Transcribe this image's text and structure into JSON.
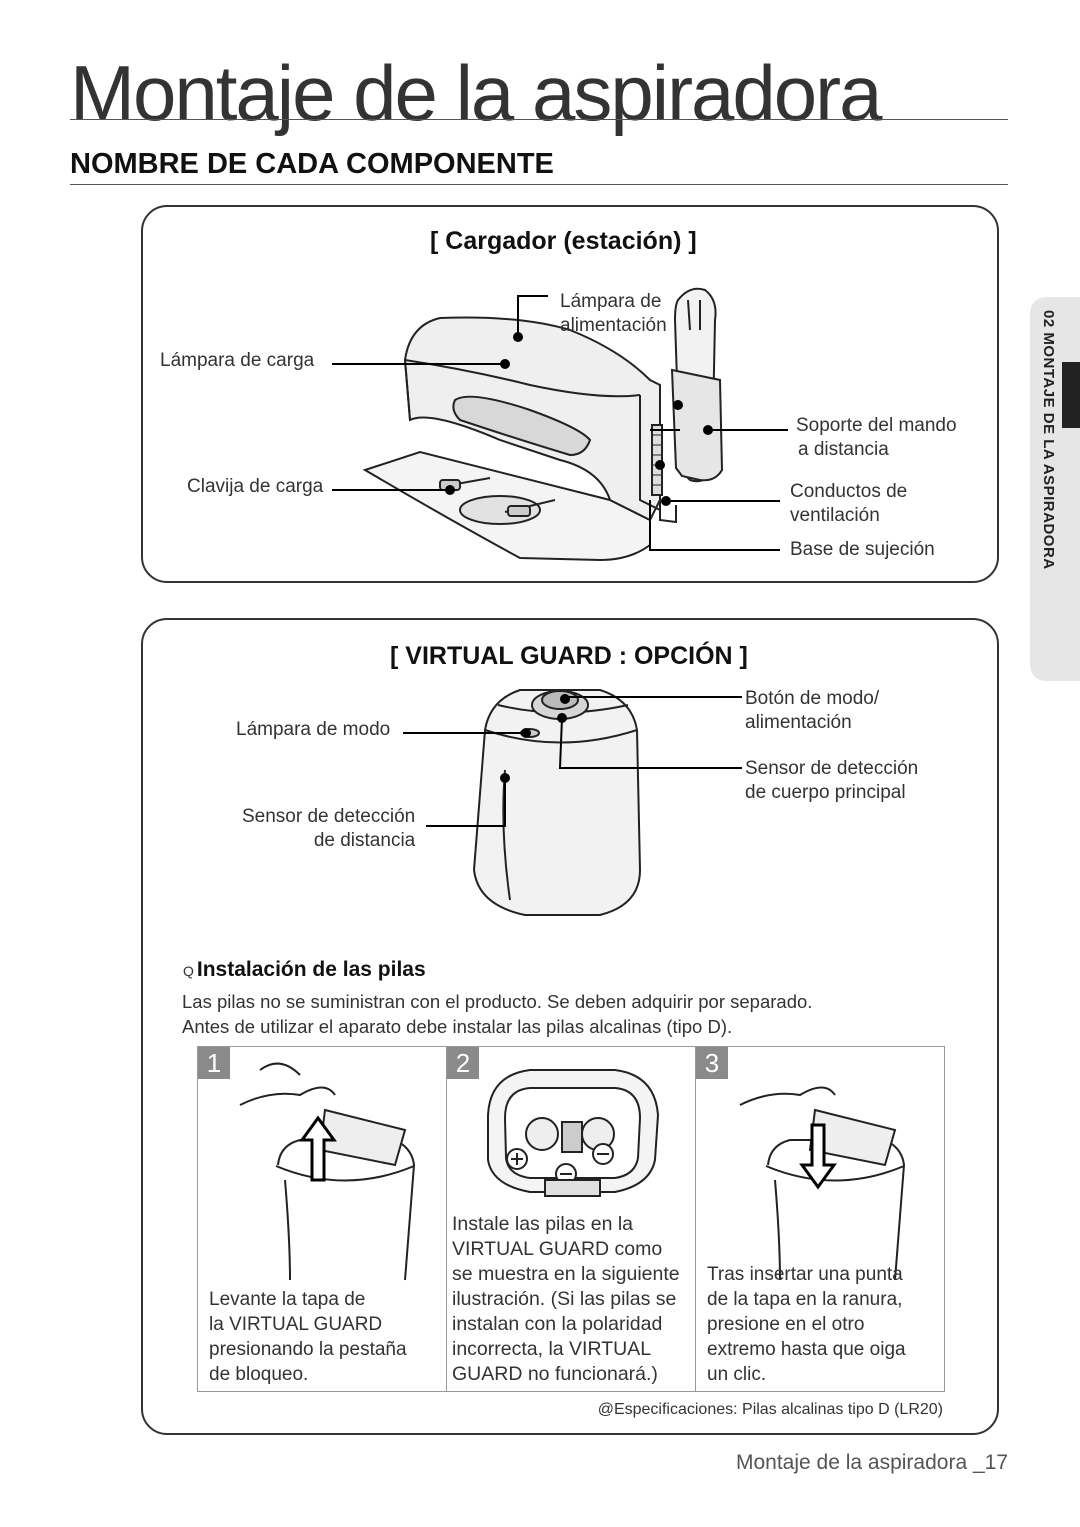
{
  "page": {
    "title": "Montaje de la aspiradora",
    "section": "NOMBRE DE CADA COMPONENTE",
    "side_tab": "02 MONTAJE DE LA ASPIRADORA",
    "footer": "Montaje de la aspiradora _17"
  },
  "charger": {
    "title": "[ Cargador (estación) ]",
    "labels": {
      "power_lamp_1": "Lámpara de",
      "power_lamp_2": "alimentación",
      "charge_lamp": "Lámpara de carga",
      "charge_pin": "Clavija de carga",
      "remote_holder_1": "Soporte del mando",
      "remote_holder_2": "a distancia",
      "vents_1": "Conductos de",
      "vents_2": "ventilación",
      "base": "Base de sujeción"
    }
  },
  "guard": {
    "title": "[ VIRTUAL GUARD : OPCIÓN ]",
    "labels": {
      "mode_button_1": "Botón de modo/",
      "mode_button_2": "alimentación",
      "mode_lamp": "Lámpara de modo",
      "body_sensor_1": "Sensor de detección",
      "body_sensor_2": "de cuerpo principal",
      "distance_sensor_1": "Sensor de detección",
      "distance_sensor_2": "de distancia"
    },
    "battery_heading": "Instalación de las pilas",
    "battery_glyph": "Q",
    "intro_1": "Las pilas no se suministran con el producto. Se deben adquirir por separado.",
    "intro_2": "Antes de utilizar el aparato debe instalar las pilas alcalinas (tipo D).",
    "steps": [
      {
        "num": "1",
        "lines": [
          "Levante la tapa de",
          "la VIRTUAL GUARD",
          "presionando la pestaña",
          "de bloqueo."
        ]
      },
      {
        "num": "2",
        "lines": [
          "Instale las pilas en la",
          "VIRTUAL GUARD como",
          "se muestra en la siguiente",
          "ilustración. (Si las pilas se",
          "instalan con la polaridad",
          "incorrecta, la VIRTUAL",
          "GUARD no funcionará.)"
        ]
      },
      {
        "num": "3",
        "lines": [
          "Tras insertar una punta",
          "de la tapa en la ranura,",
          "presione en el otro",
          "extremo hasta que oiga",
          "un clic."
        ]
      }
    ],
    "spec_glyph": "@",
    "spec_note": "Especificaciones: Pilas alcalinas tipo D (LR20)"
  }
}
